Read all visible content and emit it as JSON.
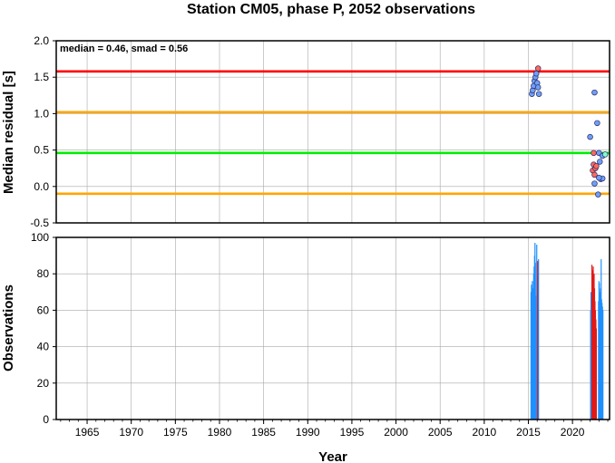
{
  "chart_data": {
    "title": "Station CM05, phase P, 2052 observations",
    "xlabel": "Year",
    "xlim": [
      1961.5,
      2024.2
    ],
    "xticks": [
      1965,
      1970,
      1975,
      1980,
      1985,
      1990,
      1995,
      2000,
      2005,
      2010,
      2015,
      2020
    ],
    "xtick_labels": [
      "1965",
      "1970",
      "1975",
      "1980",
      "1985",
      "1990",
      "1995",
      "2000",
      "2005",
      "2010",
      "2015",
      "2020"
    ],
    "grid": true,
    "residual_panel": {
      "type": "scatter",
      "ylabel": "Median residual [s]",
      "ylim": [
        -0.5,
        2.0
      ],
      "yticks": [
        -0.5,
        0.0,
        0.5,
        1.0,
        1.5,
        2.0
      ],
      "ytick_labels": [
        "-0.5",
        "0.0",
        "0.5",
        "1.0",
        "1.5",
        "2.0"
      ],
      "annotation": "median = 0.46, smad = 0.56",
      "hlines": [
        {
          "y": 1.58,
          "color": "#ff0000"
        },
        {
          "y": 1.02,
          "color": "#ffa500"
        },
        {
          "y": 0.46,
          "color": "#00ee00"
        },
        {
          "y": -0.1,
          "color": "#ffa500"
        }
      ],
      "series": [
        {
          "color": "#6f9ff5",
          "points": [
            [
              2015.4,
              1.27
            ],
            [
              2015.5,
              1.32
            ],
            [
              2015.6,
              1.38
            ],
            [
              2015.7,
              1.45
            ],
            [
              2015.8,
              1.5
            ],
            [
              2015.9,
              1.55
            ],
            [
              2016.0,
              1.42
            ],
            [
              2016.1,
              1.36
            ],
            [
              2016.2,
              1.27
            ],
            [
              2022.0,
              0.68
            ],
            [
              2022.5,
              1.29
            ],
            [
              2022.8,
              0.87
            ],
            [
              2022.5,
              0.04
            ],
            [
              2023.0,
              0.46
            ],
            [
              2023.2,
              0.1
            ],
            [
              2023.4,
              0.11
            ],
            [
              2023.1,
              0.34
            ],
            [
              2022.9,
              -0.11
            ],
            [
              2023.0,
              0.12
            ],
            [
              2023.4,
              0.42
            ]
          ]
        },
        {
          "color": "#ff6a5a",
          "points": [
            [
              2016.1,
              1.62
            ],
            [
              2022.4,
              0.46
            ],
            [
              2022.4,
              0.3
            ],
            [
              2022.3,
              0.22
            ],
            [
              2022.6,
              0.25
            ],
            [
              2022.5,
              0.16
            ],
            [
              2022.7,
              0.28
            ]
          ]
        },
        {
          "color": "#7fffd0",
          "points": [
            [
              2023.7,
              0.44
            ]
          ]
        }
      ]
    },
    "count_panel": {
      "type": "bar",
      "ylabel": "Observations",
      "ylim": [
        0,
        100
      ],
      "yticks": [
        0,
        20,
        40,
        60,
        80,
        100
      ],
      "ytick_labels": [
        "0",
        "20",
        "40",
        "60",
        "80",
        "100"
      ],
      "bar_width_years": 0.045,
      "series": [
        {
          "color": "#1e90ff",
          "bars": [
            [
              2015.3,
              70
            ],
            [
              2015.35,
              74
            ],
            [
              2015.4,
              66
            ],
            [
              2015.45,
              76
            ],
            [
              2015.5,
              72
            ],
            [
              2015.55,
              60
            ],
            [
              2015.6,
              80
            ],
            [
              2015.65,
              84
            ],
            [
              2015.7,
              90
            ],
            [
              2015.75,
              97
            ],
            [
              2015.8,
              86
            ],
            [
              2015.85,
              68
            ],
            [
              2015.9,
              55
            ],
            [
              2015.95,
              96
            ],
            [
              2016.0,
              78
            ],
            [
              2016.05,
              60
            ],
            [
              2016.1,
              80
            ],
            [
              2016.15,
              88
            ],
            [
              2022.05,
              60
            ],
            [
              2022.1,
              70
            ],
            [
              2022.15,
              62
            ],
            [
              2022.95,
              65
            ],
            [
              2023.0,
              76
            ],
            [
              2023.05,
              75
            ],
            [
              2023.1,
              70
            ],
            [
              2023.15,
              68
            ],
            [
              2023.2,
              72
            ],
            [
              2023.25,
              88
            ],
            [
              2023.3,
              66
            ],
            [
              2023.35,
              64
            ],
            [
              2023.4,
              62
            ],
            [
              2023.45,
              60
            ]
          ]
        },
        {
          "color": "#e01a1a",
          "bars": [
            [
              2022.2,
              85
            ],
            [
              2022.25,
              82
            ],
            [
              2022.3,
              78
            ],
            [
              2022.35,
              84
            ],
            [
              2022.4,
              75
            ],
            [
              2022.45,
              80
            ],
            [
              2022.5,
              72
            ],
            [
              2022.55,
              65
            ],
            [
              2022.6,
              60
            ],
            [
              2022.65,
              55
            ],
            [
              2022.7,
              50
            ],
            [
              2016.05,
              87
            ]
          ]
        }
      ]
    }
  }
}
